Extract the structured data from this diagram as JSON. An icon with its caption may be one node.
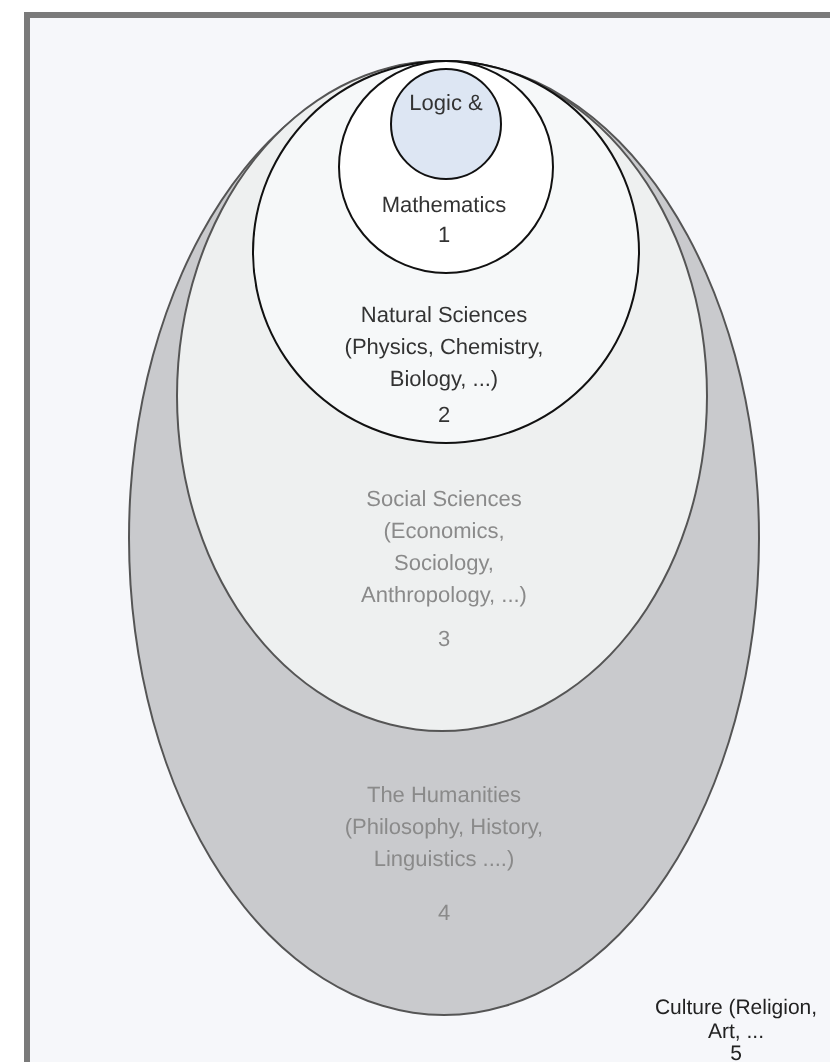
{
  "diagram": {
    "nodes": [
      {
        "text": [
          "Culture (Religion, Art, ...",
          "5"
        ]
      },
      {
        "text": [
          "The Humanities (Philosophy, History, Linguistics ....)",
          "4"
        ],
        "in": 0
      },
      {
        "text": [
          "Social Sciences (Economics, Sociology, Anthropology, ...)",
          "3"
        ],
        "in": 1
      },
      {
        "text": [
          "Natural Sciences (Physics, Chemistry, Biology, ...)",
          "2"
        ],
        "in": 2
      },
      {
        "text": [
          "Mathematics",
          "1"
        ],
        "in": 3
      },
      {
        "text": [
          "Logic &"
        ],
        "in": 4
      }
    ]
  }
}
